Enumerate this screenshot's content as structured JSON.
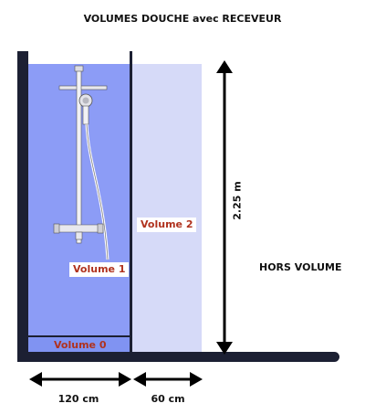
{
  "title": "VOLUMES DOUCHE avec RECEVEUR",
  "labels": {
    "volume0": "Volume 0",
    "volume1": "Volume 1",
    "volume2": "Volume 2",
    "hors_volume": "HORS VOLUME"
  },
  "dimensions": {
    "height": "2.25 m",
    "width_shower": "120 cm",
    "width_volume2": "60 cm"
  },
  "colors": {
    "volume1": "#8c9cf6",
    "volume2": "#d6daf8",
    "volume0": "#8093f2",
    "structure": "#1c2033",
    "label_text": "#b0321e"
  }
}
